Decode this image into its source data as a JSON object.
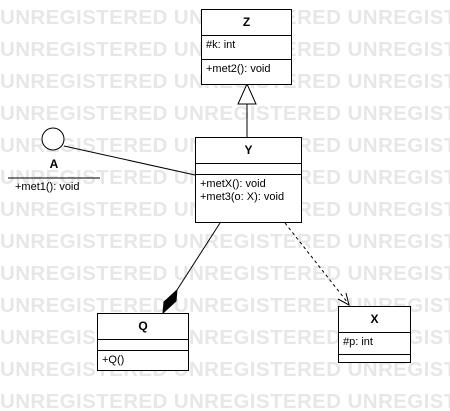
{
  "watermark": {
    "text": "UNREGISTERED UNREGISTERED UNREGISTERED UNR"
  },
  "classes": {
    "z": {
      "name": "Z",
      "attributes": [
        "#k: int"
      ],
      "operations": [
        "+met2(): void"
      ]
    },
    "y": {
      "name": "Y",
      "attributes": [],
      "operations": [
        "+metX(): void",
        "+met3(o: X): void"
      ]
    },
    "q": {
      "name": "Q",
      "attributes": [],
      "operations": [
        "+Q()"
      ]
    },
    "x": {
      "name": "X",
      "attributes": [
        "#p: int"
      ],
      "operations": []
    }
  },
  "interface_a": {
    "name": "A",
    "operations": [
      "+met1(): void"
    ]
  },
  "relationships": [
    {
      "type": "generalization",
      "from": "Y",
      "to": "Z"
    },
    {
      "type": "interface-realization",
      "from": "Y",
      "to": "A"
    },
    {
      "type": "composition",
      "from": "Y",
      "to": "Q"
    },
    {
      "type": "dependency",
      "from": "Y",
      "to": "X"
    }
  ],
  "colors": {
    "line": "#000000",
    "watermark": "#e7e7e7",
    "background": "#ffffff"
  }
}
